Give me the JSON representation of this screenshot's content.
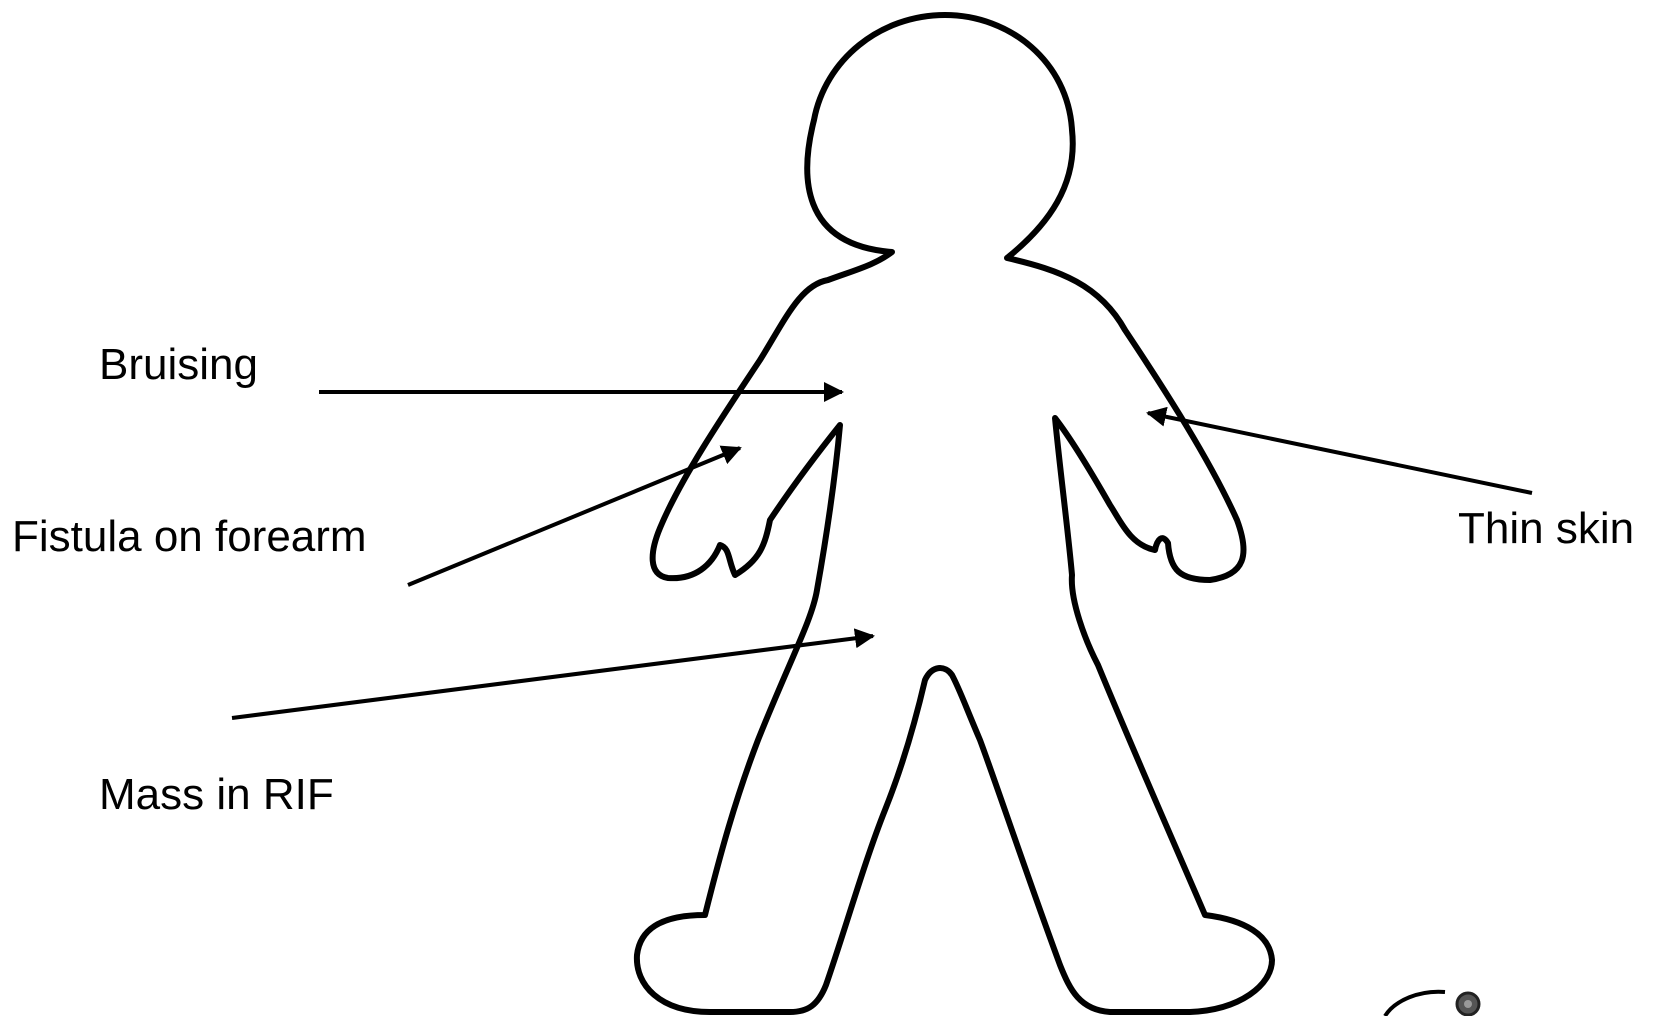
{
  "colors": {
    "outline": "#000000",
    "background": "#ffffff",
    "stethoscope": "#333333"
  },
  "annotations": [
    {
      "id": "bruising",
      "text": "Bruising"
    },
    {
      "id": "fistula",
      "text": "Fistula on forearm"
    },
    {
      "id": "mass",
      "text": "Mass in RIF"
    },
    {
      "id": "thin-skin",
      "text": "Thin skin"
    }
  ],
  "icons": {
    "figure": "body-outline-icon",
    "corner": "stethoscope-icon"
  }
}
